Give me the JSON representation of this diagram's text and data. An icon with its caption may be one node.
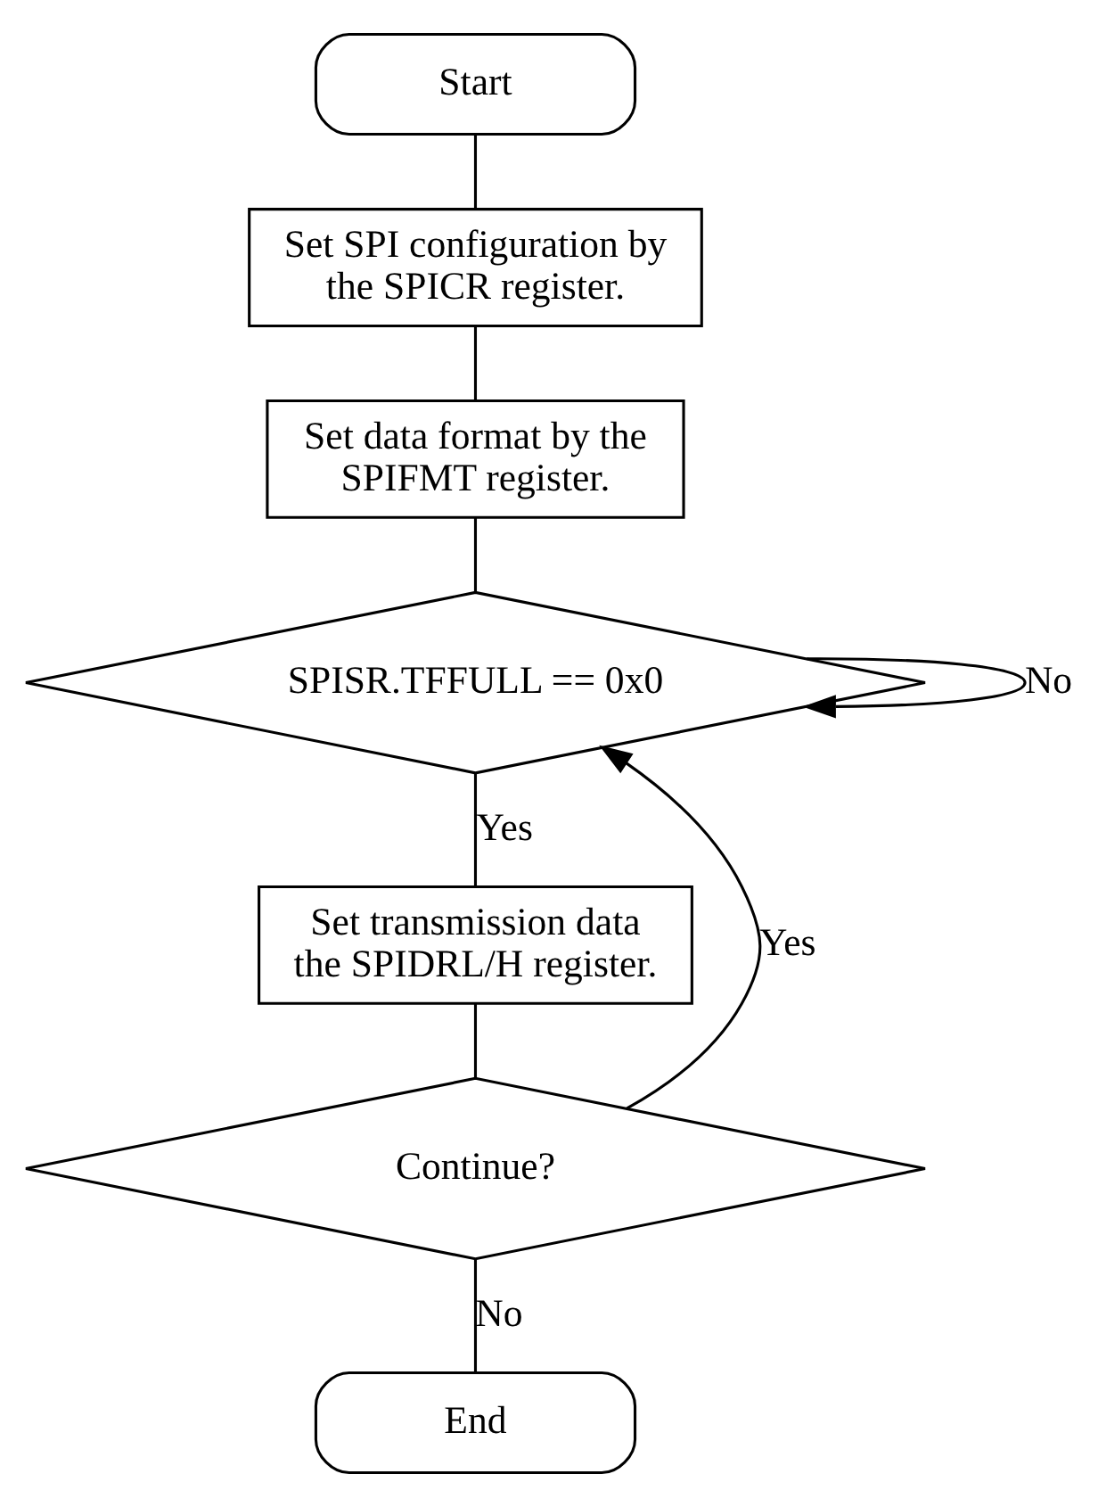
{
  "diagram": {
    "nodes": [
      {
        "text": [
          "Start"
        ]
      },
      {
        "text": [
          "Set SPI configuration by the SPICR register."
        ]
      },
      {
        "text": [
          "Set data format by the SPIFMT register."
        ]
      },
      {
        "text": [
          "SPISR.TFFULL == 0x0"
        ]
      },
      {
        "text": [
          "Set transmission data the SPIDRL/H register."
        ]
      },
      {
        "text": [
          "Continue?"
        ]
      },
      {
        "text": [
          "End"
        ]
      }
    ],
    "edges": [
      {
        "from": 0,
        "to": 1,
        "arrow": "none"
      },
      {
        "from": 1,
        "to": 2,
        "arrow": "none"
      },
      {
        "from": 2,
        "to": 3,
        "arrow": "none"
      },
      {
        "from": 3,
        "to": 3,
        "arrow": "to",
        "label": "No"
      },
      {
        "from": 3,
        "to": 4,
        "arrow": "none",
        "label": "Yes"
      },
      {
        "from": 4,
        "to": 5,
        "arrow": "none"
      },
      {
        "from": 5,
        "to": 3,
        "arrow": "to",
        "label": "Yes"
      },
      {
        "from": 5,
        "to": 6,
        "arrow": "none",
        "label": "No"
      }
    ]
  }
}
